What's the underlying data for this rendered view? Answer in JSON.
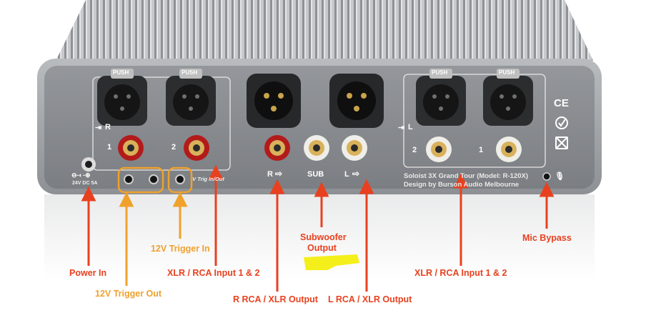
{
  "panel": {
    "push_label": "PUSH",
    "section_r": "R",
    "section_l": "L",
    "num_1": "1",
    "num_2": "2",
    "power_spec": "24V DC 5A",
    "trig_text": "V Trig In/Out",
    "rca_r": "R",
    "rca_sub": "SUB",
    "rca_l": "L",
    "model_line1": "Soloist 3X Grand Tour (Model: R-120X)",
    "model_line2": "Design by Burson Audio Melbourne",
    "ce_mark": "CE"
  },
  "annotations": {
    "power_in": "Power In",
    "trigger_out": "12V Trigger Out",
    "trigger_in": "12V Trigger In",
    "xlr_rca_input_left": "XLR / RCA Input 1 & 2",
    "r_output": "R RCA / XLR Output",
    "subwoofer_line1": "Subwoofer",
    "subwoofer_line2": "Output",
    "l_output": "L RCA / XLR Output",
    "xlr_rca_input_right": "XLR / RCA Input 1 & 2",
    "mic_bypass": "Mic Bypass"
  },
  "colors": {
    "arrow_red": "#e8411f",
    "arrow_orange": "#f0a12c",
    "panel": "#8a8d90",
    "highlight": "#f4ef1a"
  }
}
